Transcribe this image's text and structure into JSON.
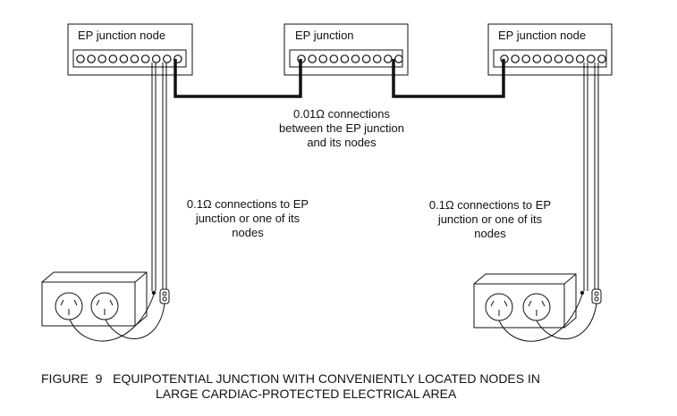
{
  "nodes": {
    "left_title": "EP junction node",
    "center_title": "EP junction",
    "right_title": "EP junction node"
  },
  "annotations": {
    "center_line1": "0.01Ω connections",
    "center_line2": "between the EP junction",
    "center_line3": "and its nodes",
    "left_line1": "0.1Ω connections to EP",
    "left_line2": "junction or one of its",
    "left_line3": "nodes",
    "right_line1": "0.1Ω connections to EP",
    "right_line2": "junction or one of its",
    "right_line3": "nodes"
  },
  "caption": {
    "line1": "FIGURE  9   EQUIPOTENTIAL JUNCTION WITH CONVENIENTLY LOCATED NODES IN",
    "line2": "LARGE CARDIAC-PROTECTED ELECTRICAL AREA"
  },
  "terminal_count": 10
}
